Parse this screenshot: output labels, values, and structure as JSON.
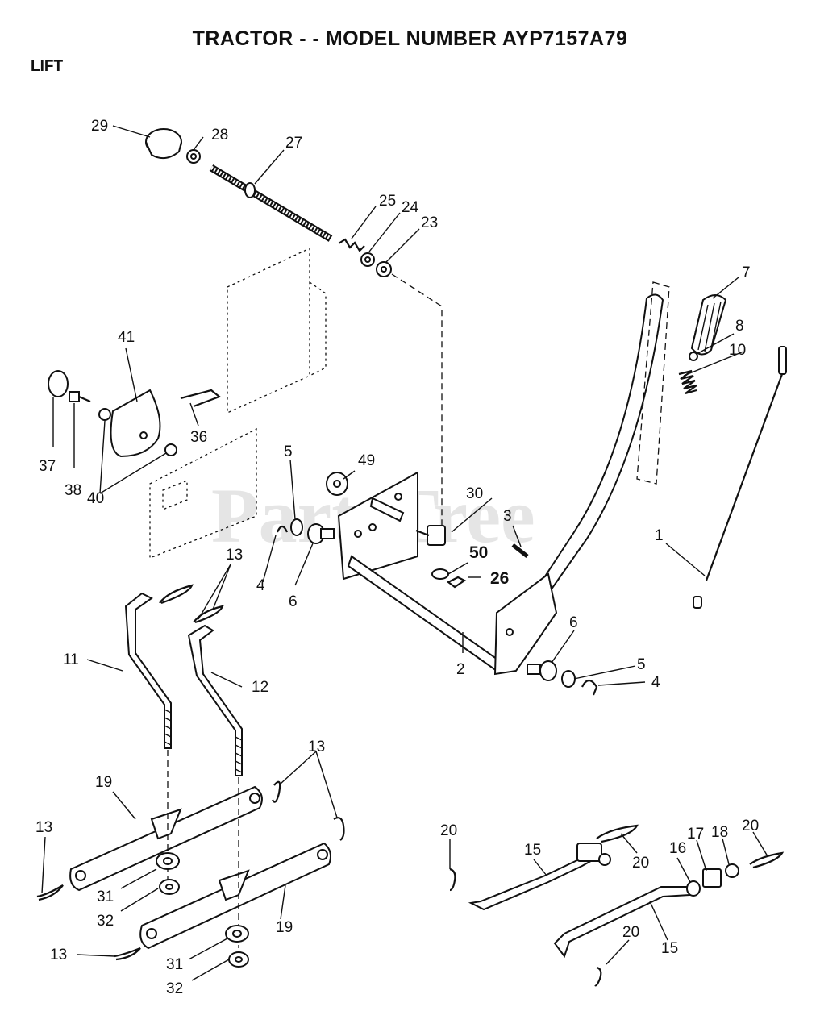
{
  "header": {
    "title": "TRACTOR - - MODEL NUMBER AYP7157A79",
    "section": "LIFT"
  },
  "watermark": "PartsTree",
  "callouts": [
    {
      "id": "c29",
      "text": "29"
    },
    {
      "id": "c28",
      "text": "28"
    },
    {
      "id": "c27",
      "text": "27"
    },
    {
      "id": "c25",
      "text": "25"
    },
    {
      "id": "c24",
      "text": "24"
    },
    {
      "id": "c23",
      "text": "23"
    },
    {
      "id": "c7",
      "text": "7"
    },
    {
      "id": "c8",
      "text": "8"
    },
    {
      "id": "c10",
      "text": "10"
    },
    {
      "id": "c41",
      "text": "41"
    },
    {
      "id": "c36",
      "text": "36"
    },
    {
      "id": "c37",
      "text": "37"
    },
    {
      "id": "c38",
      "text": "38"
    },
    {
      "id": "c40",
      "text": "40"
    },
    {
      "id": "c5a",
      "text": "5"
    },
    {
      "id": "c49",
      "text": "49"
    },
    {
      "id": "c30",
      "text": "30"
    },
    {
      "id": "c3",
      "text": "3"
    },
    {
      "id": "c1",
      "text": "1"
    },
    {
      "id": "c50",
      "text": "50"
    },
    {
      "id": "c26",
      "text": "26"
    },
    {
      "id": "c4a",
      "text": "4"
    },
    {
      "id": "c6a",
      "text": "6"
    },
    {
      "id": "c13a",
      "text": "13"
    },
    {
      "id": "c11",
      "text": "11"
    },
    {
      "id": "c12",
      "text": "12"
    },
    {
      "id": "c2",
      "text": "2"
    },
    {
      "id": "c6b",
      "text": "6"
    },
    {
      "id": "c5b",
      "text": "5"
    },
    {
      "id": "c4b",
      "text": "4"
    },
    {
      "id": "c19a",
      "text": "19"
    },
    {
      "id": "c13b",
      "text": "13"
    },
    {
      "id": "c13c",
      "text": "13"
    },
    {
      "id": "c31a",
      "text": "31"
    },
    {
      "id": "c32a",
      "text": "32"
    },
    {
      "id": "c19b",
      "text": "19"
    },
    {
      "id": "c13d",
      "text": "13"
    },
    {
      "id": "c31b",
      "text": "31"
    },
    {
      "id": "c32b",
      "text": "32"
    },
    {
      "id": "c20a",
      "text": "20"
    },
    {
      "id": "c15a",
      "text": "15"
    },
    {
      "id": "c20b",
      "text": "20"
    },
    {
      "id": "c16",
      "text": "16"
    },
    {
      "id": "c17",
      "text": "17"
    },
    {
      "id": "c18",
      "text": "18"
    },
    {
      "id": "c20c",
      "text": "20"
    },
    {
      "id": "c20d",
      "text": "20"
    },
    {
      "id": "c15b",
      "text": "15"
    }
  ]
}
